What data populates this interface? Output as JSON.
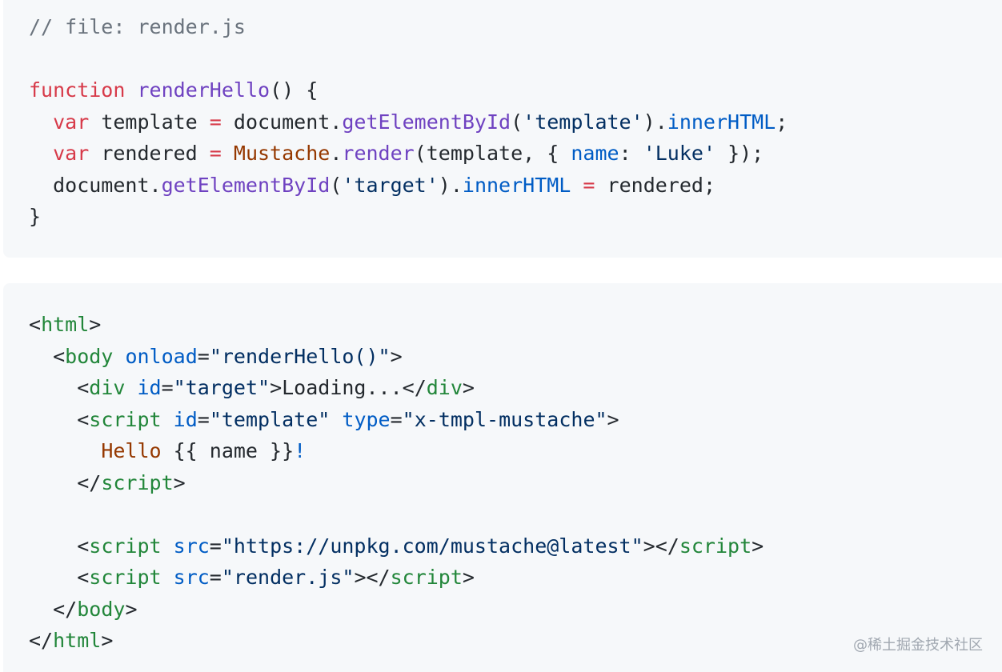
{
  "js_block": {
    "lines": [
      [
        {
          "t": "// file: render.js",
          "c": "comment"
        }
      ],
      [
        {
          "t": "",
          "c": "plain"
        }
      ],
      [
        {
          "t": "function",
          "c": "keyword"
        },
        {
          "t": " ",
          "c": "plain"
        },
        {
          "t": "renderHello",
          "c": "fn"
        },
        {
          "t": "() {",
          "c": "plain"
        }
      ],
      [
        {
          "t": "  ",
          "c": "plain"
        },
        {
          "t": "var",
          "c": "keyword"
        },
        {
          "t": " template ",
          "c": "plain"
        },
        {
          "t": "=",
          "c": "op"
        },
        {
          "t": " document.",
          "c": "plain"
        },
        {
          "t": "getElementById",
          "c": "fn"
        },
        {
          "t": "(",
          "c": "plain"
        },
        {
          "t": "'template'",
          "c": "string"
        },
        {
          "t": ").",
          "c": "plain"
        },
        {
          "t": "innerHTML",
          "c": "prop"
        },
        {
          "t": ";",
          "c": "plain"
        }
      ],
      [
        {
          "t": "  ",
          "c": "plain"
        },
        {
          "t": "var",
          "c": "keyword"
        },
        {
          "t": " rendered ",
          "c": "plain"
        },
        {
          "t": "=",
          "c": "op"
        },
        {
          "t": " ",
          "c": "plain"
        },
        {
          "t": "Mustache",
          "c": "classname"
        },
        {
          "t": ".",
          "c": "plain"
        },
        {
          "t": "render",
          "c": "fn"
        },
        {
          "t": "(template, { ",
          "c": "plain"
        },
        {
          "t": "name",
          "c": "prop"
        },
        {
          "t": ": ",
          "c": "plain"
        },
        {
          "t": "'Luke'",
          "c": "string"
        },
        {
          "t": " });",
          "c": "plain"
        }
      ],
      [
        {
          "t": "  document.",
          "c": "plain"
        },
        {
          "t": "getElementById",
          "c": "fn"
        },
        {
          "t": "(",
          "c": "plain"
        },
        {
          "t": "'target'",
          "c": "string"
        },
        {
          "t": ").",
          "c": "plain"
        },
        {
          "t": "innerHTML",
          "c": "prop"
        },
        {
          "t": " ",
          "c": "plain"
        },
        {
          "t": "=",
          "c": "op"
        },
        {
          "t": " rendered;",
          "c": "plain"
        }
      ],
      [
        {
          "t": "}",
          "c": "plain"
        }
      ]
    ]
  },
  "html_block": {
    "lines": [
      [
        {
          "t": "<",
          "c": "plain"
        },
        {
          "t": "html",
          "c": "tag"
        },
        {
          "t": ">",
          "c": "plain"
        }
      ],
      [
        {
          "t": "  <",
          "c": "plain"
        },
        {
          "t": "body",
          "c": "tag"
        },
        {
          "t": " ",
          "c": "plain"
        },
        {
          "t": "onload",
          "c": "attr"
        },
        {
          "t": "=",
          "c": "plain"
        },
        {
          "t": "\"renderHello()\"",
          "c": "string"
        },
        {
          "t": ">",
          "c": "plain"
        }
      ],
      [
        {
          "t": "    <",
          "c": "plain"
        },
        {
          "t": "div",
          "c": "tag"
        },
        {
          "t": " ",
          "c": "plain"
        },
        {
          "t": "id",
          "c": "attr"
        },
        {
          "t": "=",
          "c": "plain"
        },
        {
          "t": "\"target\"",
          "c": "string"
        },
        {
          "t": ">Loading...</",
          "c": "plain"
        },
        {
          "t": "div",
          "c": "tag"
        },
        {
          "t": ">",
          "c": "plain"
        }
      ],
      [
        {
          "t": "    <",
          "c": "plain"
        },
        {
          "t": "script",
          "c": "tag"
        },
        {
          "t": " ",
          "c": "plain"
        },
        {
          "t": "id",
          "c": "attr"
        },
        {
          "t": "=",
          "c": "plain"
        },
        {
          "t": "\"template\"",
          "c": "string"
        },
        {
          "t": " ",
          "c": "plain"
        },
        {
          "t": "type",
          "c": "attr"
        },
        {
          "t": "=",
          "c": "plain"
        },
        {
          "t": "\"x-tmpl-mustache\"",
          "c": "string"
        },
        {
          "t": ">",
          "c": "plain"
        }
      ],
      [
        {
          "t": "      ",
          "c": "plain"
        },
        {
          "t": "Hello",
          "c": "text-orange"
        },
        {
          "t": " {{ name }}",
          "c": "plain"
        },
        {
          "t": "!",
          "c": "punct-blue"
        }
      ],
      [
        {
          "t": "    </",
          "c": "plain"
        },
        {
          "t": "script",
          "c": "tag"
        },
        {
          "t": ">",
          "c": "plain"
        }
      ],
      [
        {
          "t": "",
          "c": "plain"
        }
      ],
      [
        {
          "t": "    <",
          "c": "plain"
        },
        {
          "t": "script",
          "c": "tag"
        },
        {
          "t": " ",
          "c": "plain"
        },
        {
          "t": "src",
          "c": "attr"
        },
        {
          "t": "=",
          "c": "plain"
        },
        {
          "t": "\"https://unpkg.com/mustache@latest\"",
          "c": "string"
        },
        {
          "t": "></",
          "c": "plain"
        },
        {
          "t": "script",
          "c": "tag"
        },
        {
          "t": ">",
          "c": "plain"
        }
      ],
      [
        {
          "t": "    <",
          "c": "plain"
        },
        {
          "t": "script",
          "c": "tag"
        },
        {
          "t": " ",
          "c": "plain"
        },
        {
          "t": "src",
          "c": "attr"
        },
        {
          "t": "=",
          "c": "plain"
        },
        {
          "t": "\"render.js\"",
          "c": "string"
        },
        {
          "t": "></",
          "c": "plain"
        },
        {
          "t": "script",
          "c": "tag"
        },
        {
          "t": ">",
          "c": "plain"
        }
      ],
      [
        {
          "t": "  </",
          "c": "plain"
        },
        {
          "t": "body",
          "c": "tag"
        },
        {
          "t": ">",
          "c": "plain"
        }
      ],
      [
        {
          "t": "</",
          "c": "plain"
        },
        {
          "t": "html",
          "c": "tag"
        },
        {
          "t": ">",
          "c": "plain"
        }
      ]
    ]
  },
  "watermark": "@稀土掘金技术社区",
  "colors": {
    "block_background": "#f6f8fa",
    "comment": "#6a737d",
    "keyword": "#d73a49",
    "function": "#6f42c1",
    "string": "#032f62",
    "property": "#005cc5",
    "tag": "#22863a",
    "classname": "#953800"
  }
}
